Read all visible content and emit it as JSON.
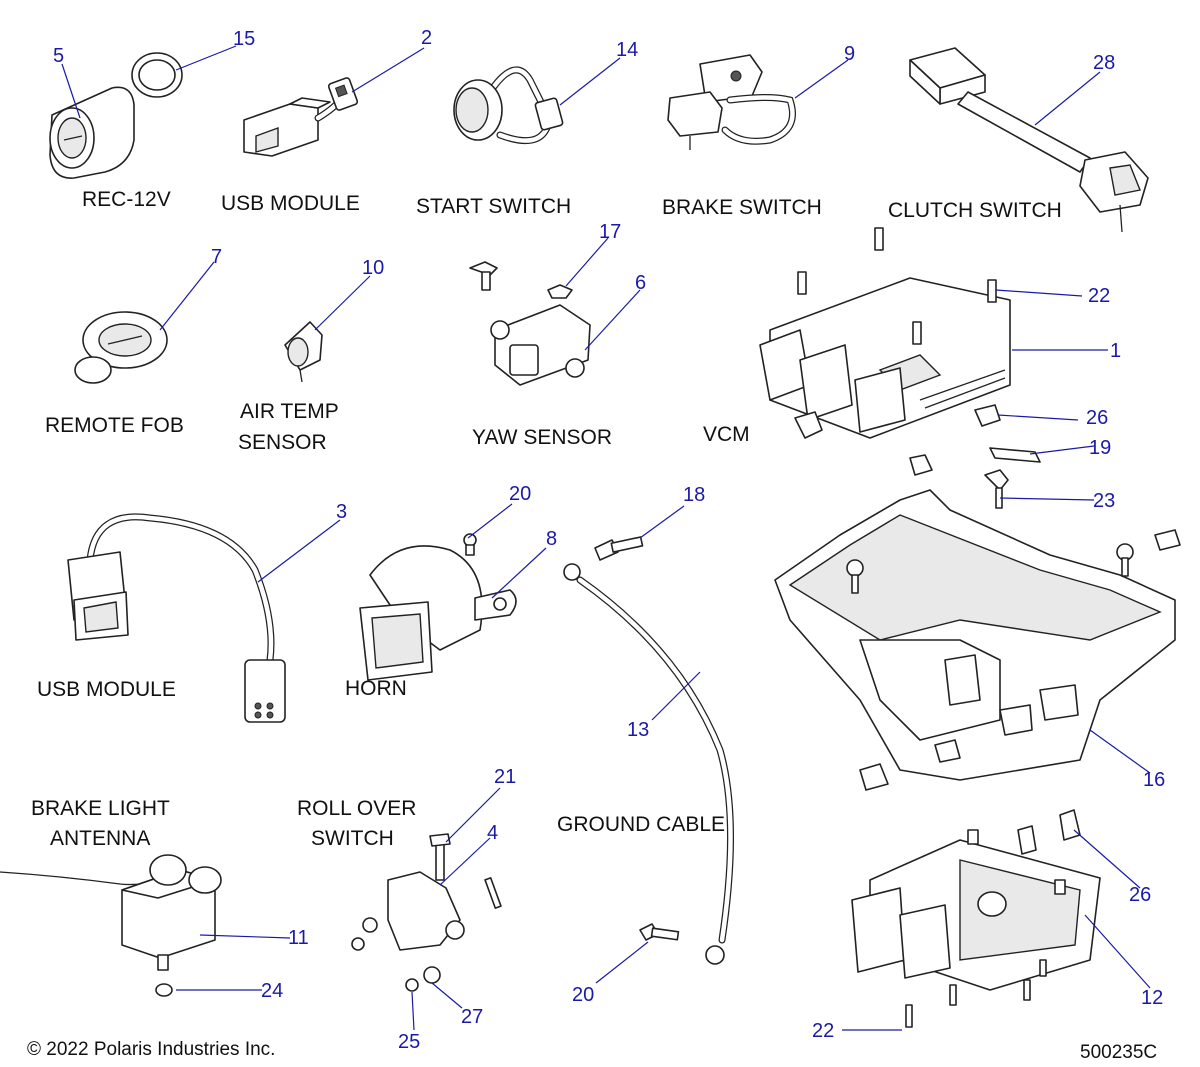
{
  "part_names": {
    "rec_12v": "REC-12V",
    "usb_module_top": "USB MODULE",
    "start_switch": "START SWITCH",
    "brake_switch": "BRAKE SWITCH",
    "clutch_switch": "CLUTCH SWITCH",
    "remote_fob": "REMOTE FOB",
    "air_temp_sensor_line1": "AIR TEMP",
    "air_temp_sensor_line2": "SENSOR",
    "yaw_sensor": "YAW SENSOR",
    "vcm": "VCM",
    "usb_module_bottom": "USB MODULE",
    "horn": "HORN",
    "brake_light_antenna_line1": "BRAKE LIGHT",
    "brake_light_antenna_line2": "ANTENNA",
    "roll_over_switch_line1": "ROLL OVER",
    "roll_over_switch_line2": "SWITCH",
    "ground_cable": "GROUND CABLE"
  },
  "callouts": {
    "c5": "5",
    "c15": "15",
    "c2": "2",
    "c14": "14",
    "c9": "9",
    "c28": "28",
    "c7": "7",
    "c10": "10",
    "c17": "17",
    "c6": "6",
    "c22a": "22",
    "c1": "1",
    "c26a": "26",
    "c19": "19",
    "c23": "23",
    "c3": "3",
    "c20a": "20",
    "c8": "8",
    "c18": "18",
    "c13": "13",
    "c16": "16",
    "c21": "21",
    "c4": "4",
    "c11": "11",
    "c24": "24",
    "c25": "25",
    "c27": "27",
    "c20b": "20",
    "c26b": "26",
    "c12": "12",
    "c22b": "22"
  },
  "footer": {
    "copyright": "© 2022 Polaris Industries Inc.",
    "drawing_number": "500235C"
  },
  "colors": {
    "callout": "#1a1aa8",
    "text": "#111111",
    "line_art": "#222222"
  }
}
